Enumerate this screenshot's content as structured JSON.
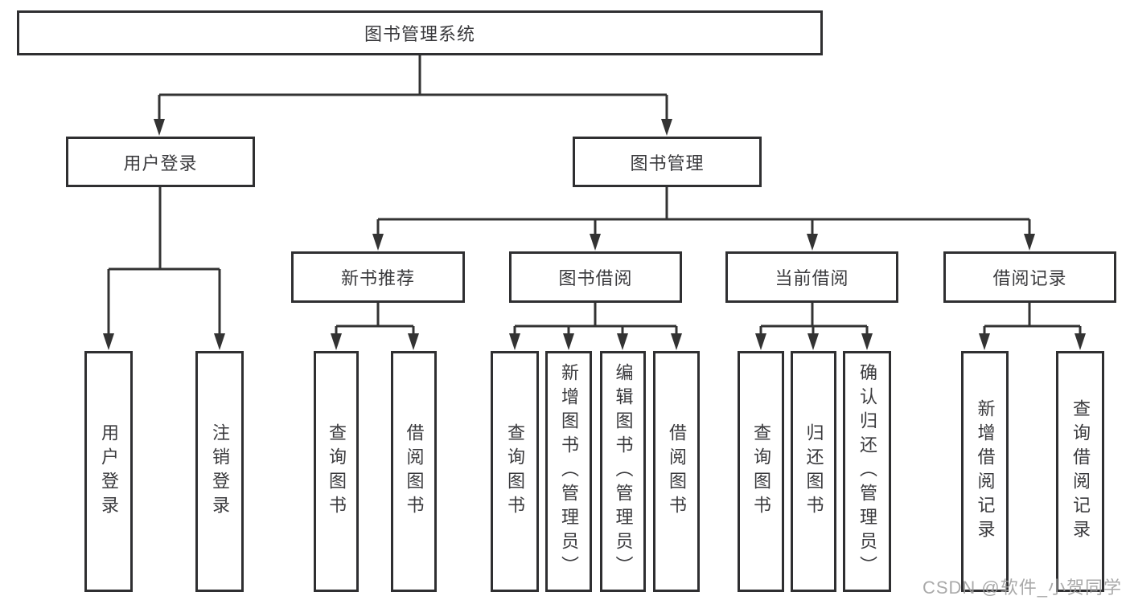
{
  "diagram_title": "图书管理系统",
  "tree": {
    "root": {
      "label": "图书管理系统"
    },
    "branches": [
      {
        "label": "用户登录",
        "leaves": [
          {
            "label": "用户登录"
          },
          {
            "label": "注销登录"
          }
        ]
      },
      {
        "label": "图书管理",
        "groups": [
          {
            "label": "新书推荐",
            "leaves": [
              {
                "label": "查询图书"
              },
              {
                "label": "借阅图书"
              }
            ]
          },
          {
            "label": "图书借阅",
            "leaves": [
              {
                "label": "查询图书"
              },
              {
                "label": "新增图书（管理员）"
              },
              {
                "label": "编辑图书（管理员）"
              },
              {
                "label": "借阅图书"
              }
            ]
          },
          {
            "label": "当前借阅",
            "leaves": [
              {
                "label": "查询图书"
              },
              {
                "label": "归还图书"
              },
              {
                "label": "确认归还（管理员）"
              }
            ]
          },
          {
            "label": "借阅记录",
            "leaves": [
              {
                "label": "新增借阅记录"
              },
              {
                "label": "查询借阅记录"
              }
            ]
          }
        ]
      }
    ]
  },
  "watermark": {
    "text": "CSDN @软件_小贺同学"
  },
  "colors": {
    "background": "#ffffff",
    "line": "#333333",
    "box_border": "#2f2f31",
    "text": "#3a3a3d",
    "watermark": "#9e9e9e"
  }
}
